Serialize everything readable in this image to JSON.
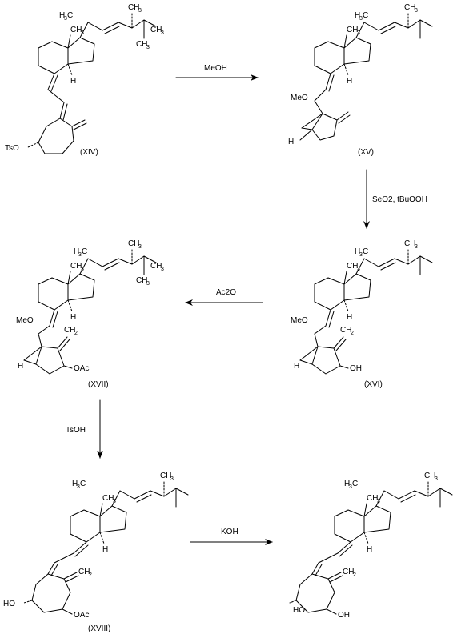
{
  "compounds": [
    {
      "id": "XIV",
      "label": "(XIV)",
      "extra": [
        "TsO"
      ]
    },
    {
      "id": "XV",
      "label": "(XV)",
      "extra": [
        "MeO"
      ]
    },
    {
      "id": "XVI",
      "label": "(XVI)",
      "extra": [
        "MeO",
        "OH"
      ]
    },
    {
      "id": "XVII",
      "label": "(XVII)",
      "extra": [
        "MeO",
        "OAc"
      ]
    },
    {
      "id": "XVIII",
      "label": "(XVIII)",
      "extra": [
        "HO",
        "OAc"
      ]
    },
    {
      "id": "final",
      "label": "",
      "extra": [
        "HO",
        "OH"
      ]
    }
  ],
  "reagents": {
    "step1": "MeOH",
    "step2": "SeO2, tBuOOH",
    "step3": "Ac2O",
    "step4": "TsOH",
    "step5": "KOH"
  },
  "atom_labels": {
    "H3C": "H3C",
    "CH3": "CH3",
    "H": "H",
    "CH2": "CH2"
  }
}
